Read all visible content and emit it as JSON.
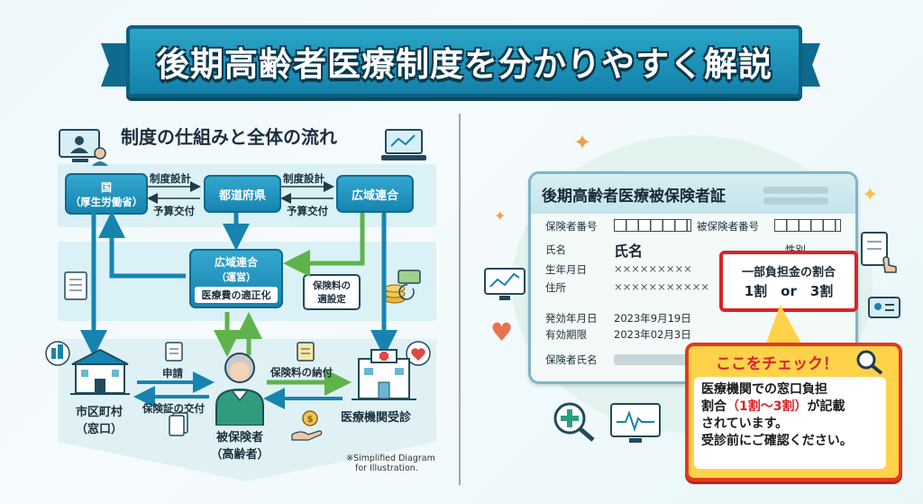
{
  "title": "後期高齢者医療制度を分かりやすく解説",
  "left": {
    "heading": "制度の仕組みと全体の流れ",
    "nodes": {
      "kuni_line1": "国",
      "kuni_line2": "（厚生労働省）",
      "todofuken": "都道府県",
      "koiki_top": "広域連合",
      "koiki_main_line1": "広域連合",
      "koiki_main_line2": "（運営）",
      "iryohi": "医療費の適正化",
      "hokenryo_line1": "保険料の",
      "hokenryo_line2": "適設定",
      "shikuchoson_line1": "市区町村",
      "shikuchoson_line2": "（窓口）",
      "hihokensha_line1": "被保険者",
      "hihokensha_line2": "（高齢者）",
      "iryokikan": "医療機関受診"
    },
    "labels": {
      "seido1": "制度設計",
      "yosan1": "予算交付",
      "seido2": "制度設計",
      "yosan2": "予算交付",
      "shinsei": "申請",
      "hokensho": "保険証の交付",
      "noufu": "保険料の納付"
    },
    "footnote_line1": "※Simplified Diagram",
    "footnote_line2": "for Illustration."
  },
  "card": {
    "title": "後期高齢者医療被保険者証",
    "hokensha_bango": "保険者番号",
    "hihokensha_bango": "被保険者番号",
    "shimei_label": "氏名",
    "shimei_value": "氏名",
    "seibetsu": "性別",
    "seinengappi_label": "生年月日",
    "seinengappi_value": "×××××××××",
    "jusho_label": "住所",
    "jusho_value": "×××××××××××",
    "hakko_label": "発効年月日",
    "hakko_value": "2023年9月19日",
    "yuko_label": "有効期限",
    "yuko_value": "2023年02月3日",
    "hokensha_shimei": "保険者氏名",
    "futan_label": "一部負担金の割合",
    "futan_value": "1割　or　3割"
  },
  "callout": {
    "title": "ここをチェック！",
    "line1": "医療機関での窓口負担",
    "line2a": "割合",
    "line2b": "（1割～3割）",
    "line2c": "が記載",
    "line3": "されています。",
    "line4": "受診前にご確認ください。"
  },
  "colors": {
    "accent": "#1784b0",
    "red": "#d9232a",
    "yellow": "#ffd24a",
    "arrow_green": "#5fb34a"
  }
}
